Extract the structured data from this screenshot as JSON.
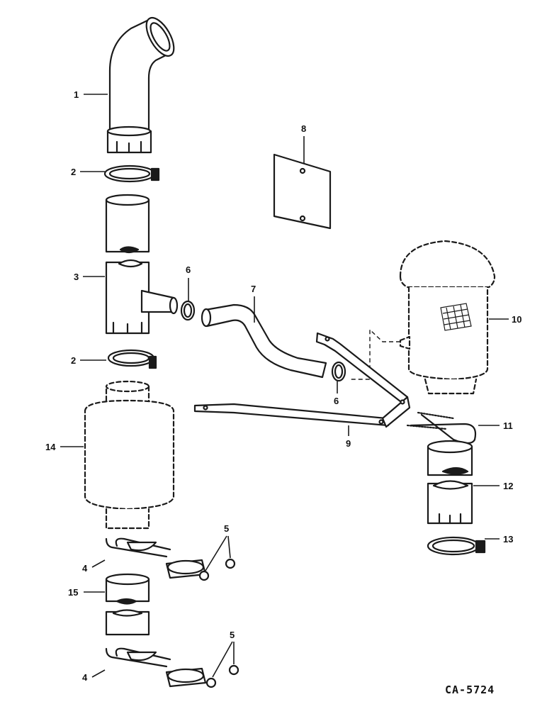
{
  "callouts": {
    "c1": "1",
    "c2a": "2",
    "c2b": "2",
    "c3": "3",
    "c4a": "4",
    "c4b": "4",
    "c5a": "5",
    "c5b": "5",
    "c6a": "6",
    "c6b": "6",
    "c7": "7",
    "c8": "8",
    "c9": "9",
    "c10": "10",
    "c11": "11",
    "c12": "12",
    "c13": "13",
    "c14": "14",
    "c15": "15"
  },
  "drawing_id": "CA-5724"
}
